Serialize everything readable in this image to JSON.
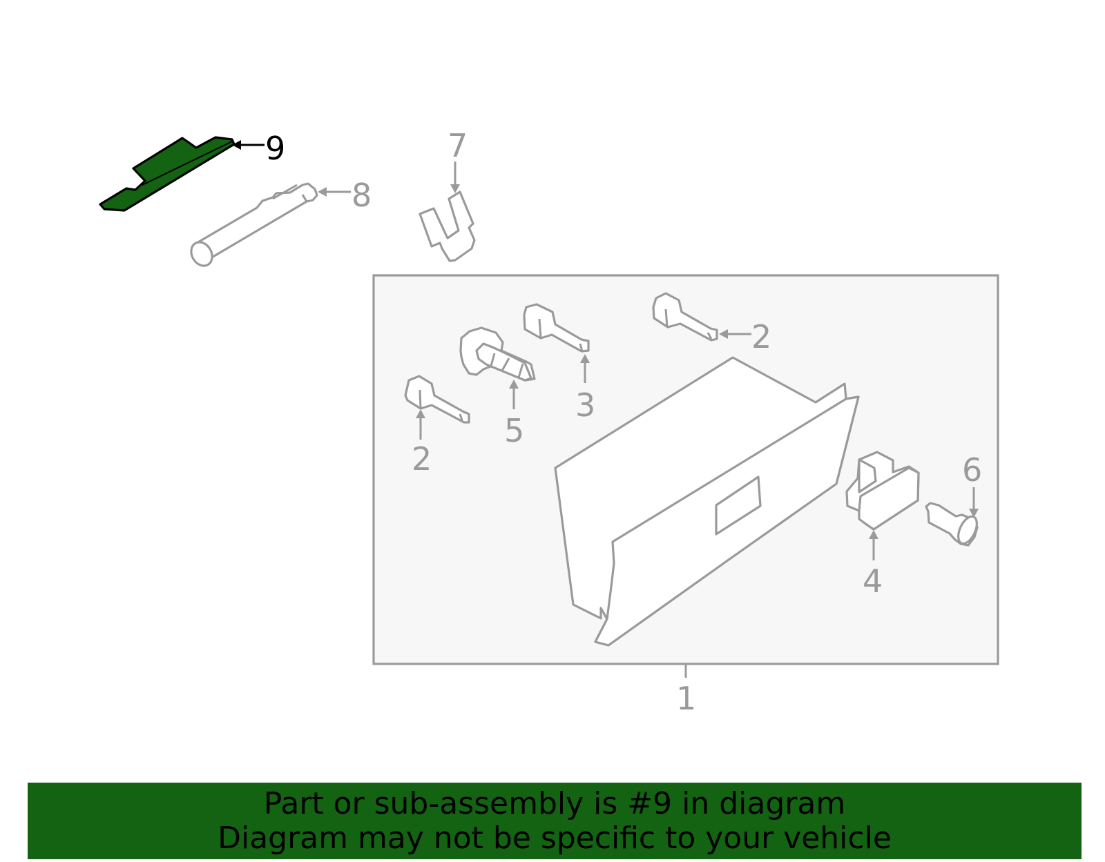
{
  "colors": {
    "highlight": "#136313",
    "part_stroke": "#9a9a9a",
    "box_fill": "#f7f7f7",
    "banner_bg": "#136313",
    "text_dark": "#000000"
  },
  "callouts": [
    {
      "id": "9",
      "label": "9",
      "highlighted": true
    },
    {
      "id": "8",
      "label": "8",
      "highlighted": false
    },
    {
      "id": "7",
      "label": "7",
      "highlighted": false
    },
    {
      "id": "2a",
      "label": "2",
      "highlighted": false
    },
    {
      "id": "2b",
      "label": "2",
      "highlighted": false
    },
    {
      "id": "3",
      "label": "3",
      "highlighted": false
    },
    {
      "id": "5",
      "label": "5",
      "highlighted": false
    },
    {
      "id": "6",
      "label": "6",
      "highlighted": false
    },
    {
      "id": "4",
      "label": "4",
      "highlighted": false
    },
    {
      "id": "1",
      "label": "1",
      "highlighted": false
    }
  ],
  "banner": {
    "line1": "Part or sub-assembly is #9 in diagram",
    "line2": "Diagram may not be specific to your vehicle"
  }
}
